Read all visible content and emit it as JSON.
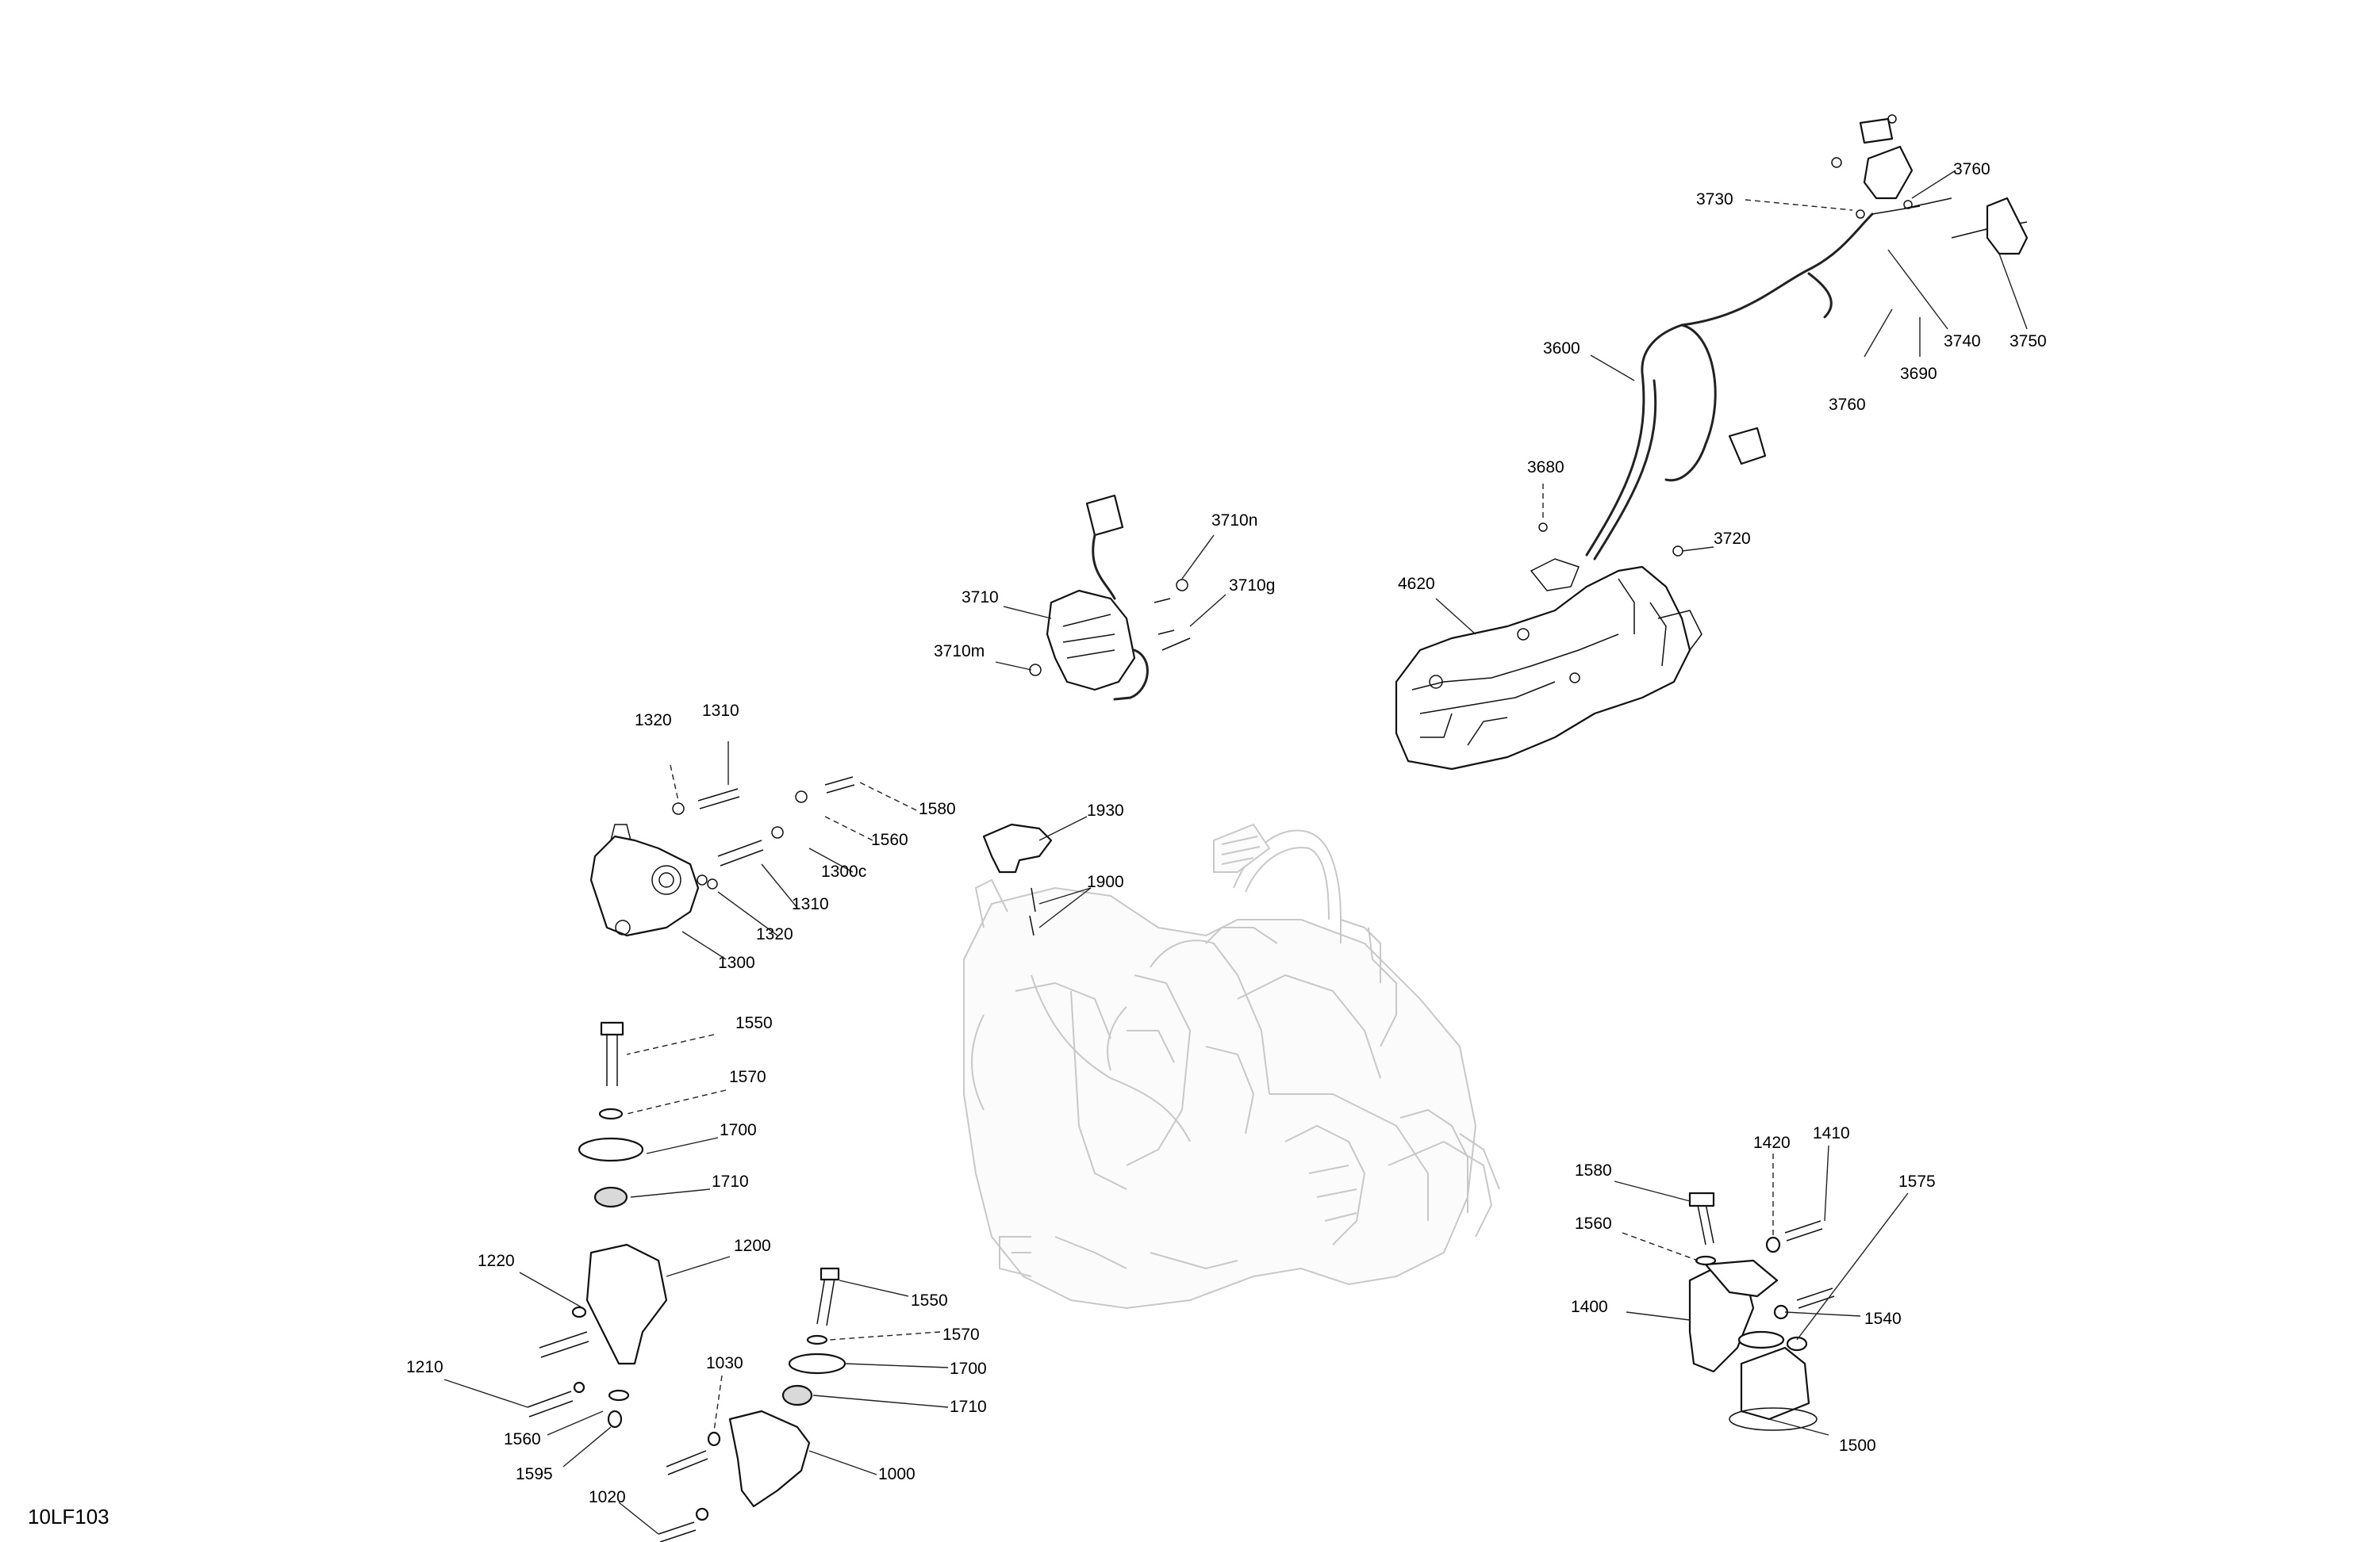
{
  "diagram": {
    "reference_code": "10LF103",
    "callouts": {
      "p3760a": "3760",
      "p3730": "3730",
      "p3740": "3740",
      "p3750": "3750",
      "p3760b": "3760",
      "p3690": "3690",
      "p3600": "3600",
      "p3680": "3680",
      "p3720": "3720",
      "p4620": "4620",
      "p3710n": "3710n",
      "p3710": "3710",
      "p3710g": "3710g",
      "p3710m": "3710m",
      "p1320a": "1320",
      "p1310a": "1310",
      "p1580a": "1580",
      "p1560a": "1560",
      "p1300c": "1300c",
      "p1310b": "1310",
      "p1320b": "1320",
      "p1300": "1300",
      "p1930": "1930",
      "p1900": "1900",
      "p1550a": "1550",
      "p1570a": "1570",
      "p1700a": "1700",
      "p1710a": "1710",
      "p1220": "1220",
      "p1200": "1200",
      "p1210": "1210",
      "p1560b": "1560",
      "p1595": "1595",
      "p1550b": "1550",
      "p1570b": "1570",
      "p1700b": "1700",
      "p1030": "1030",
      "p1710b": "1710",
      "p1000": "1000",
      "p1020": "1020",
      "p1420": "1420",
      "p1410": "1410",
      "p1580b": "1580",
      "p1575": "1575",
      "p1560c": "1560",
      "p1400": "1400",
      "p1540": "1540",
      "p1500": "1500"
    }
  }
}
